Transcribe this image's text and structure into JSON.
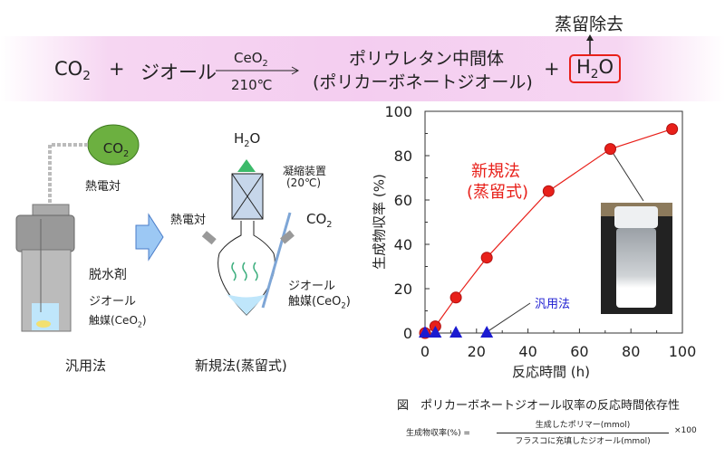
{
  "equation": {
    "co2": "CO",
    "co2_sub": "2",
    "plus1": "+",
    "diol": "ジオール",
    "catalyst": "CeO",
    "catalyst_sub": "2",
    "temperature": "210℃",
    "product_line1": "ポリウレタン中間体",
    "product_line2": "(ポリカーボネートジオール)",
    "plus2": "+",
    "water": "H",
    "water_sub": "2",
    "water_o": "O",
    "removal": "蒸留除去"
  },
  "conventional": {
    "co2": "CO",
    "co2_sub": "2",
    "thermocouple": "熱電対",
    "dehydrating_agent": "脱水剤",
    "diol": "ジオール",
    "catalyst": "触媒(CeO",
    "catalyst_sub": "2",
    "catalyst_end": ")",
    "caption": "汎用法"
  },
  "new_method": {
    "water": "H",
    "water_sub": "2",
    "water_o": "O",
    "condenser": "凝縮装置",
    "condenser_temp": "(20℃)",
    "thermocouple": "熱電対",
    "co2": "CO",
    "co2_sub": "2",
    "diol": "ジオール",
    "catalyst": "触媒(CeO",
    "catalyst_sub": "2",
    "catalyst_end": ")",
    "caption": "新規法(蒸留式)"
  },
  "chart_data": {
    "type": "scatter",
    "xlabel": "反応時間 (h)",
    "ylabel": "生成物収率 (%)",
    "xlim": [
      0,
      100
    ],
    "ylim": [
      0,
      100
    ],
    "xticks": [
      "0",
      "20",
      "40",
      "60",
      "80",
      "100"
    ],
    "yticks": [
      "0",
      "20",
      "40",
      "60",
      "80",
      "100"
    ],
    "series": [
      {
        "name": "新規法",
        "name2": "(蒸留式)",
        "color": "#e8201a",
        "marker": "circle",
        "x": [
          0,
          4,
          12,
          24,
          48,
          72,
          96
        ],
        "y": [
          0,
          3,
          16,
          34,
          64,
          83,
          92
        ]
      },
      {
        "name": "汎用法",
        "color": "#1a1ad0",
        "marker": "triangle",
        "x": [
          0,
          4,
          12,
          24
        ],
        "y": [
          0,
          0,
          0,
          0
        ]
      }
    ]
  },
  "figure_caption": "図　ポリカーボネートジオール収率の反応時間依存性",
  "formula": {
    "lhs": "生成物収率(%) =",
    "numerator": "生成したポリマー(mmol)",
    "denominator": "フラスコに充填したジオール(mmol)",
    "multiplier": "×100"
  }
}
